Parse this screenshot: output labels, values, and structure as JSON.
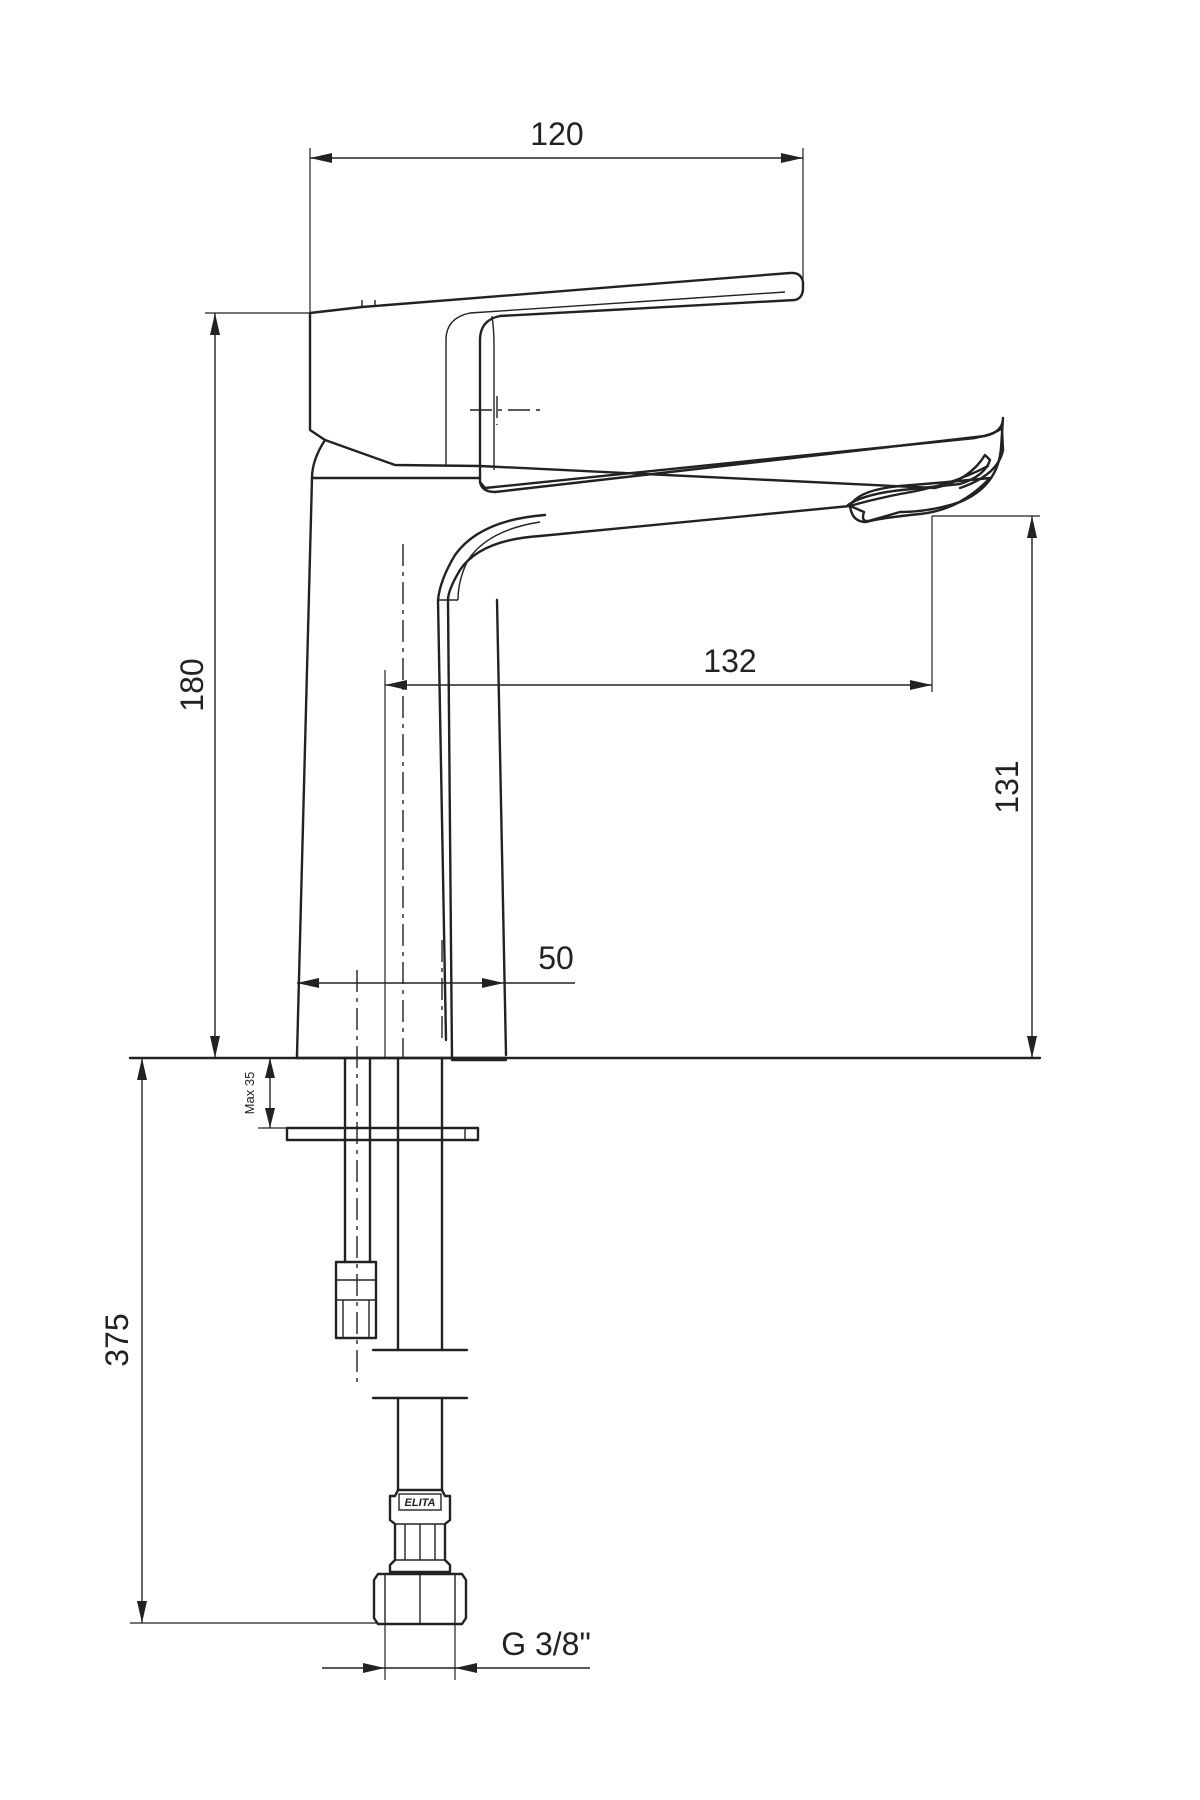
{
  "dimensions": {
    "handle_width": "120",
    "total_height": "180",
    "spout_reach": "132",
    "spout_height": "131",
    "base_diameter": "50",
    "max_deck_thickness": "Max 35",
    "hose_length": "375",
    "connection_thread": "G 3/8\""
  },
  "logo_text": "ELITA"
}
